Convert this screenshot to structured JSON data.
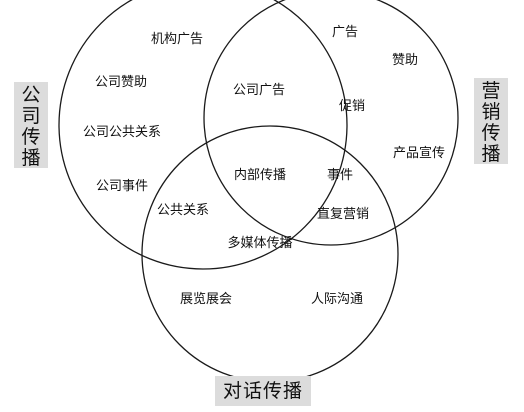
{
  "diagram": {
    "sets": {
      "company": {
        "label_chars": [
          "公",
          "司",
          "传",
          "播"
        ]
      },
      "marketing": {
        "label_chars": [
          "营",
          "销",
          "传",
          "播"
        ]
      },
      "dialogue": {
        "label": "对话传播"
      }
    },
    "regions": {
      "company_only": [
        "机构广告",
        "公司赞助",
        "公司公共关系",
        "公司事件"
      ],
      "marketing_only": [
        "广告",
        "赞助",
        "促销",
        "产品宣传"
      ],
      "company_marketing": [
        "公司广告"
      ],
      "all_three": [
        "内部传播"
      ],
      "marketing_dialogue": [
        "事件",
        "直复营销"
      ],
      "company_dialogue": [
        "公共关系"
      ],
      "dialogue_only": [
        "多媒体传播",
        "展览展会",
        "人际沟通"
      ]
    }
  }
}
